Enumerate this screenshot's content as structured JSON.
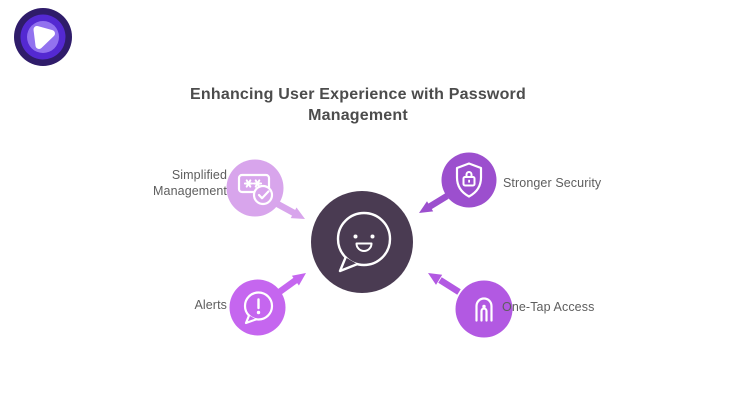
{
  "brand": {
    "logo_icon": "pick-shield-logo-icon",
    "colors": {
      "outer": "#2f1c6a",
      "ring": "#5429d2",
      "inner": "#9272ef",
      "core": "#ffffff"
    }
  },
  "title": "Enhancing User Experience with Password Management",
  "title_color": "#4c4c4c",
  "label_color": "#5e5e5e",
  "background": "#ffffff",
  "center": {
    "icon": "smiley-speech-bubble-icon",
    "color": "#4a3b52",
    "icon_stroke": "#ffffff"
  },
  "nodes": [
    {
      "id": "simplified-management",
      "label": "Simplified Management",
      "icon": "password-check-icon",
      "color": "#d8a5ec",
      "position": "top-left"
    },
    {
      "id": "stronger-security",
      "label": "Stronger Security",
      "icon": "shield-lock-icon",
      "color": "#9c4fce",
      "position": "top-right"
    },
    {
      "id": "alerts",
      "label": "Alerts",
      "icon": "alert-speech-bubble-icon",
      "color": "#c566ef",
      "position": "bottom-left"
    },
    {
      "id": "one-tap-access",
      "label": "One-Tap Access",
      "icon": "fingerprint-tap-icon",
      "color": "#b259e2",
      "position": "bottom-right"
    }
  ]
}
